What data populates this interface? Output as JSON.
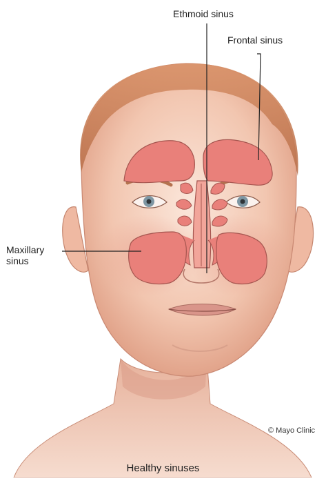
{
  "labels": {
    "ethmoid": "Ethmoid sinus",
    "frontal": "Frontal sinus",
    "maxillary_line1": "Maxillary",
    "maxillary_line2": "sinus"
  },
  "copyright": "© Mayo Clinic",
  "caption": "Healthy sinuses",
  "colors": {
    "skin_light": "#f7dccd",
    "skin_mid": "#eeb9a2",
    "skin_dark": "#d88c72",
    "hair": "#c97e56",
    "sinus_fill": "#e9807a",
    "sinus_outline": "#a5554f",
    "leader_line": "#222222"
  }
}
